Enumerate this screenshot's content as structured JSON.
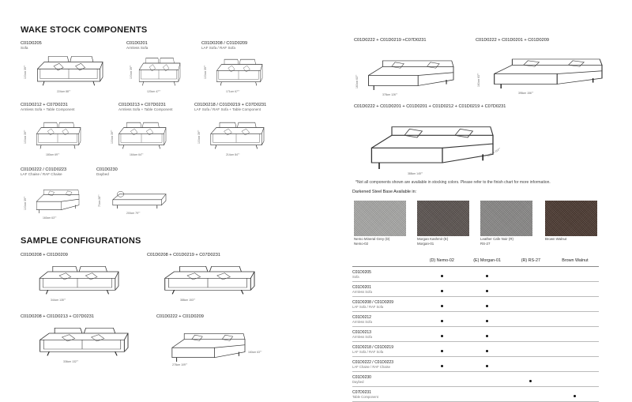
{
  "sections": {
    "stock_title": "WAKE STOCK COMPONENTS",
    "sample_title": "SAMPLE CONFIGURATIONS"
  },
  "stock_items": [
    {
      "code": "C01D0205",
      "desc": "Sofa",
      "w": "224cm 88\"\"",
      "d": "100cm 39\"\""
    },
    {
      "code": "C01D0201",
      "desc": "Armless Sofa",
      "w": "120cm 47\"\"",
      "d": "100cm 39\"\""
    },
    {
      "code": "C01D0208 / C01D0209",
      "desc": "LAF Sofa / RAF Sofa",
      "w": "171cm 67\"\"",
      "d": "100cm 39\"\""
    },
    {
      "code": "C01D0212 + C07D0231",
      "desc": "Armless Sofa + Table Component",
      "w": "180cm 69\"\"",
      "d": "100cm 39\"\""
    },
    {
      "code": "C01D0213 + C07D0231",
      "desc": "Armless Sofa + Table Component",
      "w": "164cm 64\"\"",
      "d": "100cm 39\"\""
    },
    {
      "code": "C01D0218 / C01D0219 + C07D0231",
      "desc": "LAF Sofa / RAF Sofa + Table Component",
      "w": "214cm 84\"\"",
      "d": "100cm 39\"\""
    },
    {
      "code": "C01D0222 / C01D0223",
      "desc": "LAF Chaise / RAF Chaise",
      "w": "160cm 63\"\"",
      "d": "100cm 39\"\""
    },
    {
      "code": "C01D0230",
      "desc": "Daybed",
      "w": "200cm 79\"\"",
      "d": "70cm 28\"\""
    }
  ],
  "sample_items": [
    {
      "code": "C01D0208 + C01D0209",
      "w": "344cm 135\"\""
    },
    {
      "code": "C01D0208 + C01D0219 + C07D0231",
      "w": "388cm 153\"\""
    },
    {
      "code": "C01D0208 + C01D0213 + C07D0231",
      "w": "336cm 132\"\""
    },
    {
      "code": "C01D0222 + C01D0209",
      "w": "278cm 109\"\"",
      "d": "160cm 63\"\""
    }
  ],
  "right_configs": [
    {
      "code": "C01D0222 + C01D0219 +C07D0231",
      "w": "378cm 126\"\"",
      "d": "160cm 63\"\""
    },
    {
      "code": "C01D0222 + C01D0201 + C01D0209",
      "w": "398cm 156\"\"",
      "d": "160cm 63\"\""
    },
    {
      "code": "C01D0222 + C01D0201 + C01D0201 + C01D0212 + C01D0219 + C07D0231",
      "w": "388cm 145\"\"",
      "d": "290cm 114\"\""
    }
  ],
  "note": "*Not all components shown are available in stocking colors.  Please refer to the finish chart for more information.",
  "base_title": "Darkened Steel Base Available in:",
  "swatches": [
    {
      "label": "Nemo Mineral Grey (D)",
      "code": "Nemo-02",
      "color": "#a9a9a7"
    },
    {
      "label": "Morgan Kashmir (E)",
      "code": "Morgan-01",
      "color": "#5b5350"
    },
    {
      "label": "Leather Cafe Noir (R)",
      "code": "RS-27",
      "color": "#8a8988"
    },
    {
      "label": "Brown Walnut",
      "code": "",
      "color": "#4a3830"
    }
  ],
  "finish_table": {
    "headers": [
      "",
      "(D) Nemo-02",
      "(E) Morgan-01",
      "(R) RS-27",
      "Brown Walnut"
    ],
    "rows": [
      {
        "code": "C01D0205",
        "desc": "Sofa",
        "marks": [
          true,
          true,
          false,
          false
        ]
      },
      {
        "code": "C01D0201",
        "desc": "Armless Sofa",
        "marks": [
          true,
          true,
          false,
          false
        ]
      },
      {
        "code": "C01D0208 / C01D0209",
        "desc": "LAF Sofa / RAF Sofa",
        "marks": [
          true,
          true,
          false,
          false
        ]
      },
      {
        "code": "C01D0212",
        "desc": "Armless Sofa",
        "marks": [
          true,
          true,
          false,
          false
        ]
      },
      {
        "code": "C01D0213",
        "desc": "Armless Sofa",
        "marks": [
          true,
          true,
          false,
          false
        ]
      },
      {
        "code": "C01D0218 / C01D0219",
        "desc": "LAF Sofa / RAF Sofa",
        "marks": [
          true,
          true,
          false,
          false
        ]
      },
      {
        "code": "C01D0222 / C01D0223",
        "desc": "LAF Chaise / RAF Chaise",
        "marks": [
          true,
          true,
          false,
          false
        ]
      },
      {
        "code": "C01D0230",
        "desc": "Daybed",
        "marks": [
          false,
          false,
          true,
          false
        ]
      },
      {
        "code": "C07D0231",
        "desc": "Table Component",
        "marks": [
          false,
          false,
          false,
          true
        ]
      }
    ]
  }
}
